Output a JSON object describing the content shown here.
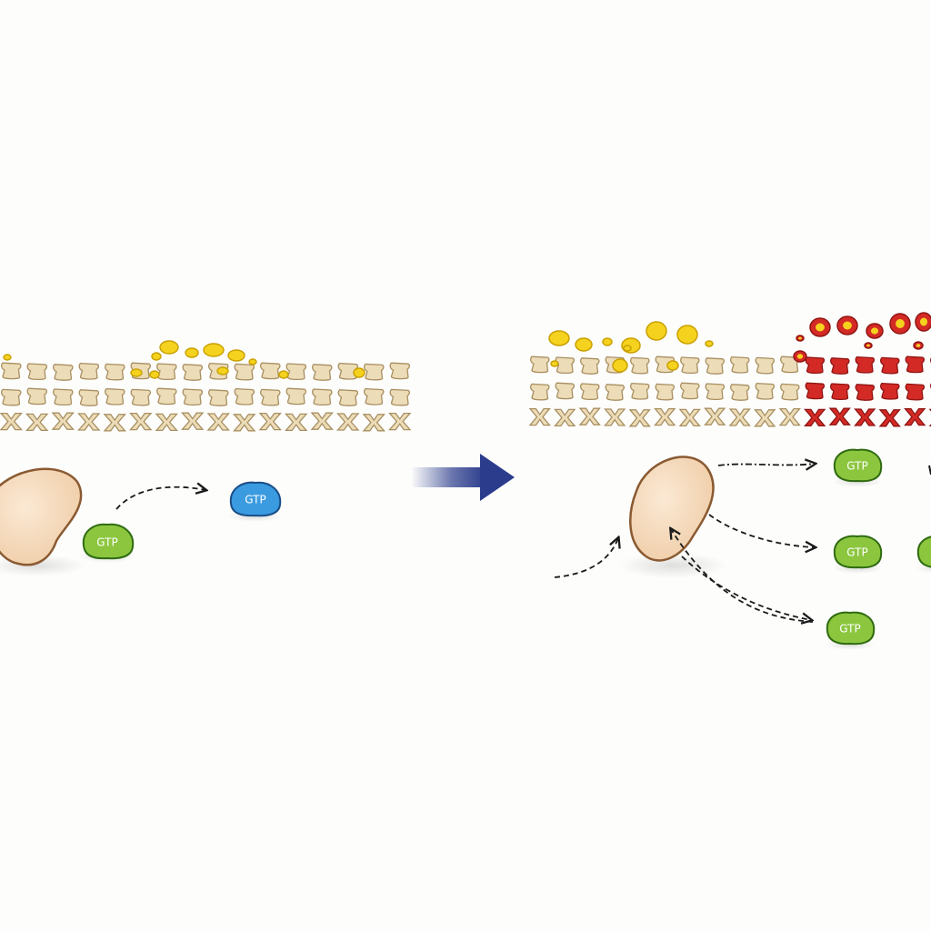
{
  "colors": {
    "background": "#fdfdfc",
    "subunit_fill": "#ecdcb8",
    "subunit_stroke": "#a88f60",
    "yellow_particle": "#f5d21e",
    "yellow_stroke": "#c9a000",
    "red_particle": "#d42a26",
    "red_stroke": "#8f1512",
    "cell_fill": "#f6dbbd",
    "cell_stroke": "#8a5a32",
    "gtp_green": "#8cc63f",
    "gtp_green_stroke": "#2f6b10",
    "gtp_blue": "#3a9be0",
    "gtp_blue_stroke": "#1a4e86",
    "arrow_blue": "#2b3c8c"
  },
  "left_panel": {
    "gtp_bound_label": "GTP",
    "gtp_released_label": "GTP"
  },
  "right_panel": {
    "gtp_labels": [
      "GTP",
      "GTP",
      "GTP",
      "GTP"
    ]
  }
}
